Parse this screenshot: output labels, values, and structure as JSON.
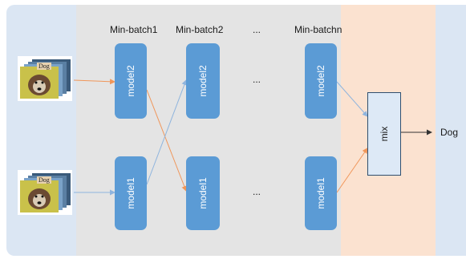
{
  "columns": {
    "batch1": "Min-batch1",
    "batch2": "Min-batch2",
    "dots": "...",
    "batchn": "Min-batchn"
  },
  "models": {
    "top": "model2",
    "bottom": "model1"
  },
  "middle_dots": "...",
  "mixer": {
    "label": "mix"
  },
  "output": {
    "label": "Dog"
  },
  "image_caption": "Dog",
  "colors": {
    "left_panel": "#dbe6f3",
    "center_panel": "#e4e4e4",
    "mix_panel": "#fbe2d0",
    "right_panel": "#dbe6f3",
    "model_box": "#5b9bd5",
    "orange_arrow": "#f0965a",
    "blue_arrow": "#8eb4de"
  }
}
